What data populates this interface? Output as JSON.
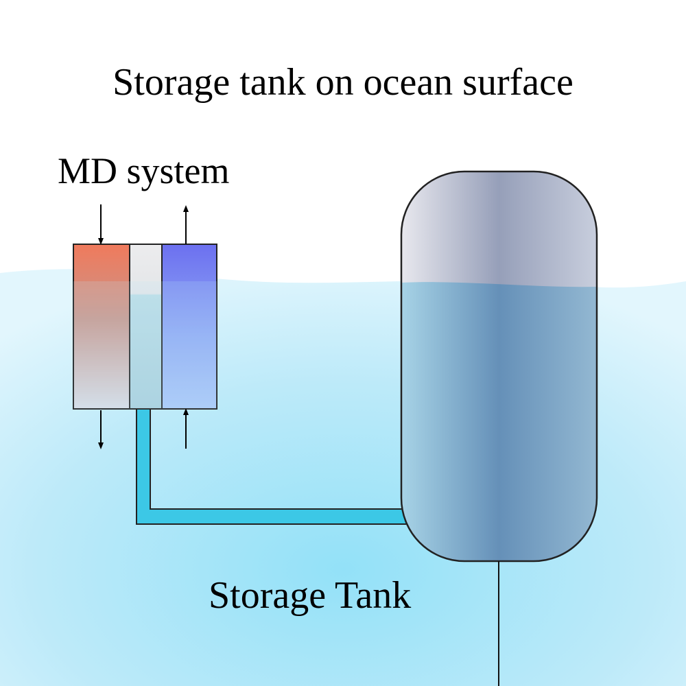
{
  "title": "Storage tank on ocean surface",
  "md_system": {
    "label": "MD system",
    "hot_channel_color": "#f07a5c",
    "membrane_color": "#e8e8ea",
    "cold_channel_color": "#7276f0"
  },
  "storage_tank": {
    "label": "Storage Tank",
    "color": "#6a93b8"
  },
  "ocean": {
    "color": "#a8e4f6"
  },
  "pipe": {
    "color": "#3cc8e6"
  }
}
